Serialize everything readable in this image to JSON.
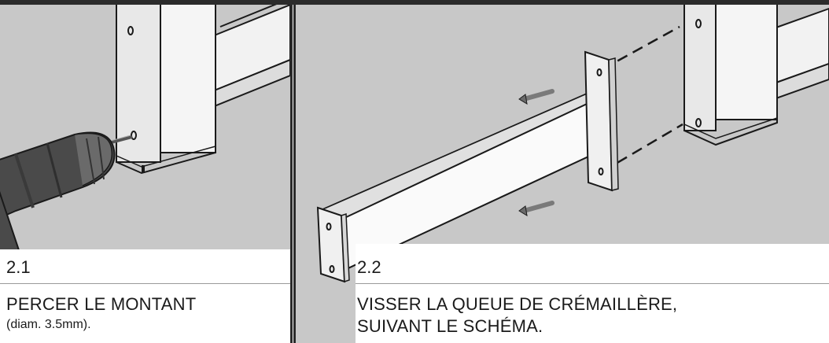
{
  "steps": [
    {
      "number": "2.1",
      "title": "PERCER LE MONTANT",
      "note": "(diam. 3.5mm)."
    },
    {
      "number": "2.2",
      "title_line1": "VISSER LA QUEUE DE CRÉMAILLÈRE,",
      "title_line2": "SUIVANT LE SCHÉMA."
    }
  ],
  "colors": {
    "background": "#c8c8c8",
    "panel_border": "#2b2b2b",
    "caption_bg": "#ffffff",
    "wood": "#f2f2f2",
    "drill_body": "#4a4a4a"
  }
}
